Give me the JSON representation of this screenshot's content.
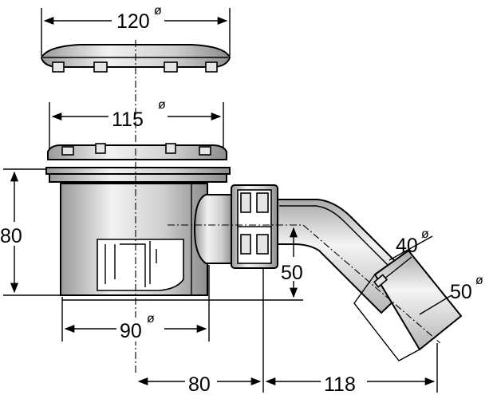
{
  "dimensions": {
    "cover_diameter": "120",
    "body_diameter": "115",
    "outlet_diameter_small": "40",
    "outlet_diameter_large": "50",
    "outlet_height": "50",
    "total_height": "80",
    "base_diameter": "90",
    "center_offset": "80",
    "outlet_offset": "118"
  },
  "diameter_symbol": "ø"
}
